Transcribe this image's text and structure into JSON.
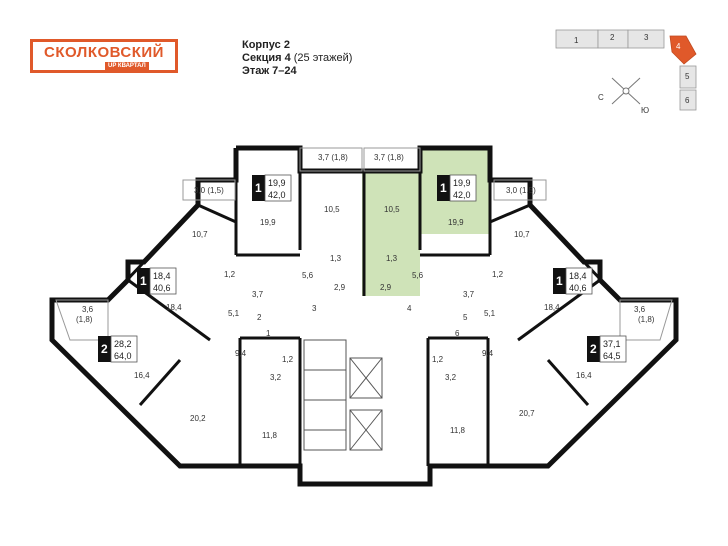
{
  "logo": {
    "name": "СКОЛКОВСКИЙ",
    "sub": "КВАРТАЛ",
    "mark": "UP"
  },
  "info": {
    "building": "Корпус 2",
    "section": "Секция 4",
    "floors_note": "(25 этажей)",
    "floor": "Этаж 7–24"
  },
  "keyplan": {
    "sections": [
      "1",
      "2",
      "3",
      "4",
      "5",
      "6"
    ],
    "active": "4",
    "compass": [
      "С",
      "Ю"
    ]
  },
  "colors": {
    "accent": "#e0592a",
    "highlight": "#cfe3b8",
    "wall": "#111111"
  },
  "apartments": [
    {
      "id": "a1",
      "rooms": "1",
      "living": "19,9",
      "total": "42,0"
    },
    {
      "id": "a2",
      "rooms": "1",
      "living": "19,9",
      "total": "42,0"
    },
    {
      "id": "a3",
      "rooms": "1",
      "living": "18,4",
      "total": "40,6"
    },
    {
      "id": "a4",
      "rooms": "1",
      "living": "18,4",
      "total": "40,6"
    },
    {
      "id": "a5",
      "rooms": "2",
      "living": "28,2",
      "total": "64,0"
    },
    {
      "id": "a6",
      "rooms": "2",
      "living": "37,1",
      "total": "64,5"
    }
  ],
  "room_labels": [
    "3,7 (1,8)",
    "3,7 (1,8)",
    "3,0 (1,5)",
    "3,0 (1,5)",
    "10,7",
    "10,7",
    "19,9",
    "19,9",
    "10,5",
    "10,5",
    "1,3",
    "1,3",
    "5,6",
    "5,6",
    "2,9",
    "2,9",
    "1,2",
    "1,2",
    "3,7",
    "3,7",
    "18,4",
    "18,4",
    "5,1",
    "5,1",
    "2",
    "3",
    "4",
    "5",
    "6",
    "1",
    "3,6",
    "(1,8)",
    "3,6",
    "(1,8)",
    "9,4",
    "9,4",
    "1,2",
    "1,2",
    "3,2",
    "3,2",
    "16,4",
    "16,4",
    "20,2",
    "20,7",
    "11,8",
    "11,8"
  ]
}
